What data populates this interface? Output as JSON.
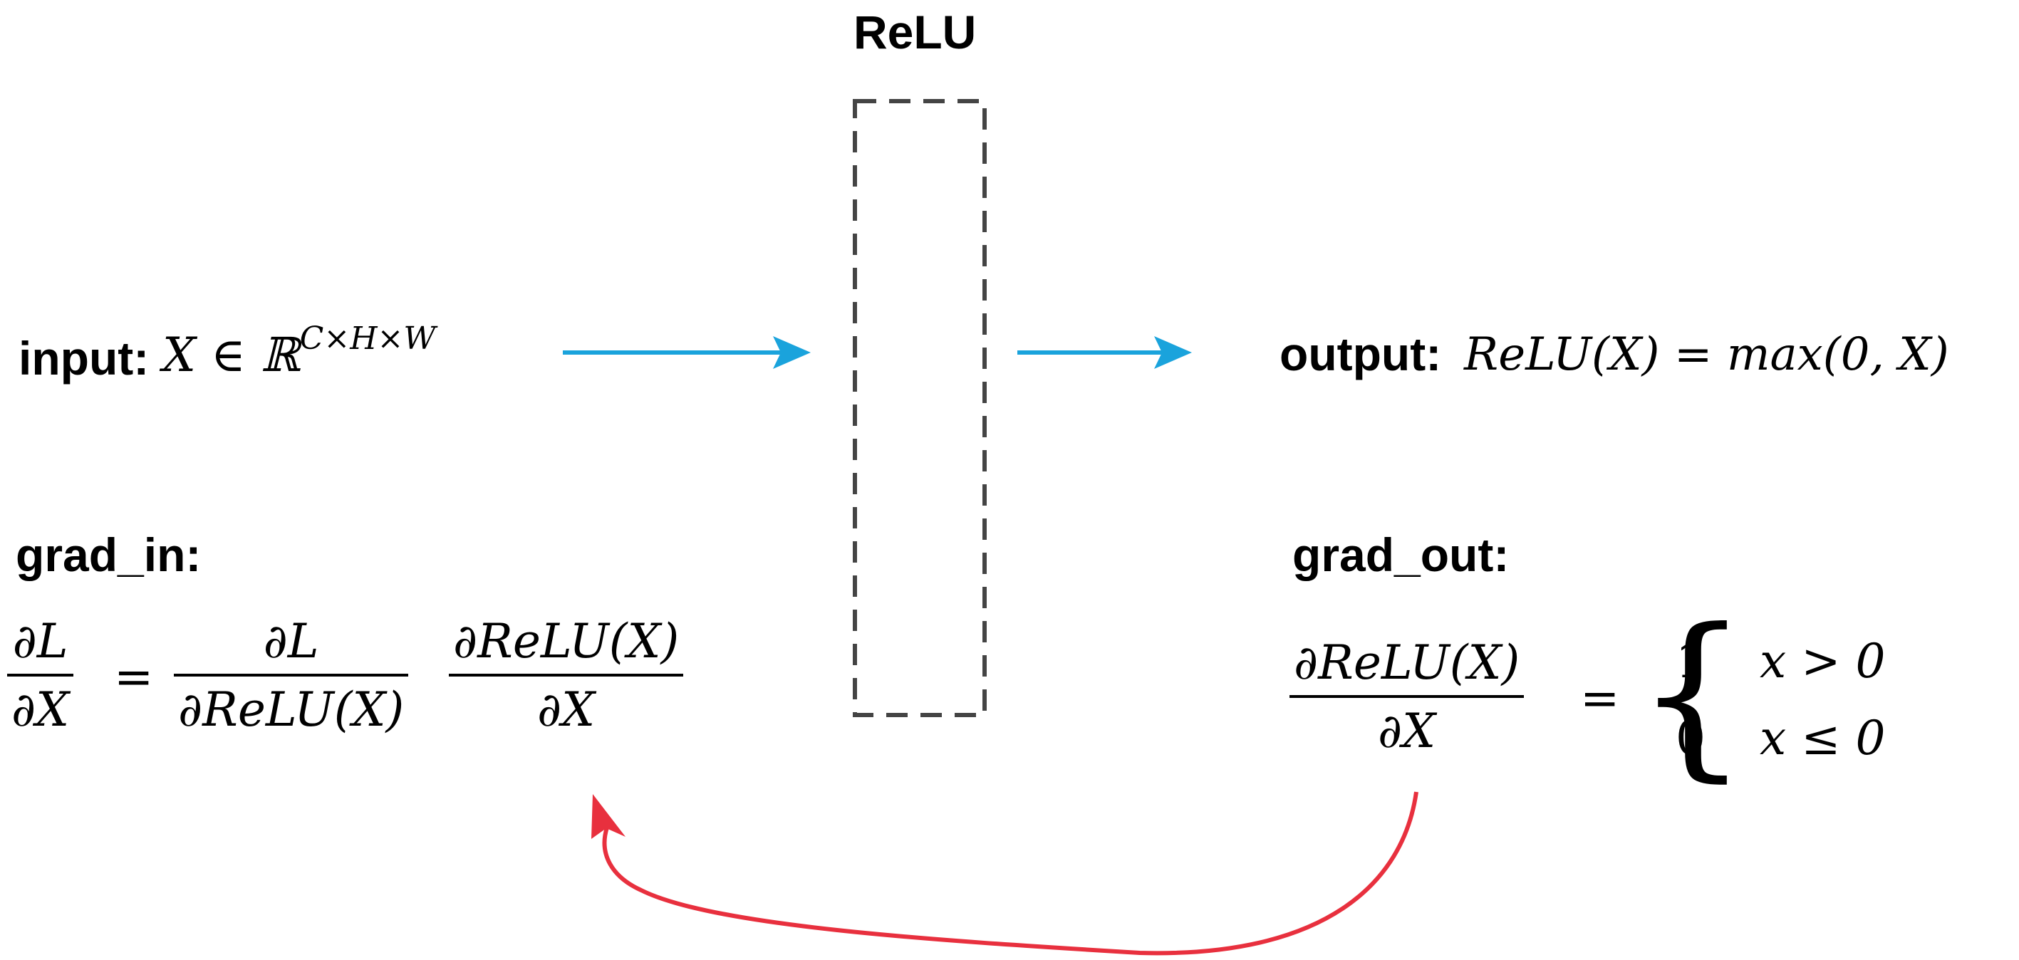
{
  "block": {
    "title": "ReLU"
  },
  "input": {
    "label": "input:",
    "math_main": "X ∈ ℝ",
    "math_sup": "C×H×W"
  },
  "output": {
    "label": "output:",
    "math": "ReLU(X) = max(0, X)"
  },
  "grad_in": {
    "label": "grad_in:",
    "lhs_num": "∂L",
    "lhs_den": "∂X",
    "equals": "=",
    "rhs1_num": "∂L",
    "rhs1_den": "∂ReLU(X)",
    "rhs2_num": "∂ReLU(X)",
    "rhs2_den": "∂X"
  },
  "grad_out": {
    "label": "grad_out:",
    "lhs_num": "∂ReLU(X)",
    "lhs_den": "∂X",
    "equals": "=",
    "brace": "{",
    "case1_value": "1",
    "case1_cond": "x > 0",
    "case2_value": "0",
    "case2_cond": "x ≤ 0"
  },
  "colors": {
    "forward_arrow": "#1aa3dc",
    "backward_arrow": "#e8303e",
    "box_border": "#444444"
  }
}
